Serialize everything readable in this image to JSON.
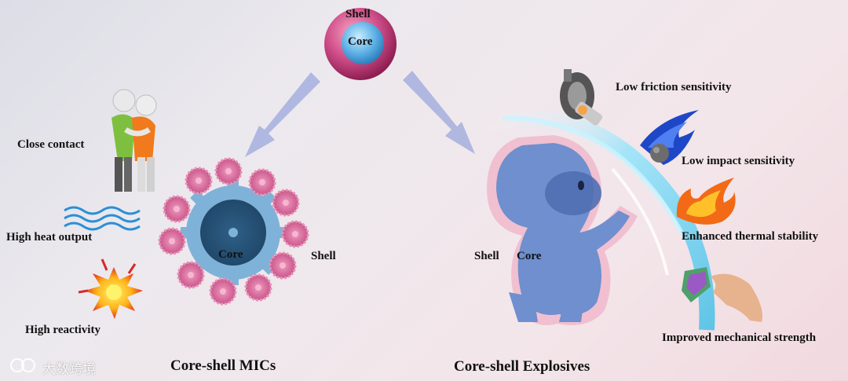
{
  "top": {
    "shell": "Shell",
    "core": "Core"
  },
  "left": {
    "caption": "Core-shell MICs",
    "core": "Core",
    "shell": "Shell",
    "properties": [
      "Close contact",
      "High heat output",
      "High reactivity"
    ]
  },
  "right": {
    "caption": "Core-shell Explosives",
    "shell": "Shell",
    "core": "Core",
    "properties": [
      "Low friction sensitivity",
      "Low impact sensitivity",
      "Enhanced thermal stability",
      "Improved mechanical strength"
    ]
  },
  "watermark": "大数跨境",
  "colors": {
    "arrow": "#a9b3df",
    "shell": "#d14f8a",
    "core": "#4b9fd9",
    "character": "#6f8fce"
  },
  "icons": [
    "hugging-figures-icon",
    "heat-waves-icon",
    "explosion-icon",
    "gear-icon",
    "bearing-icon",
    "meteor-icon",
    "flame-icon",
    "hand-block-icon"
  ]
}
